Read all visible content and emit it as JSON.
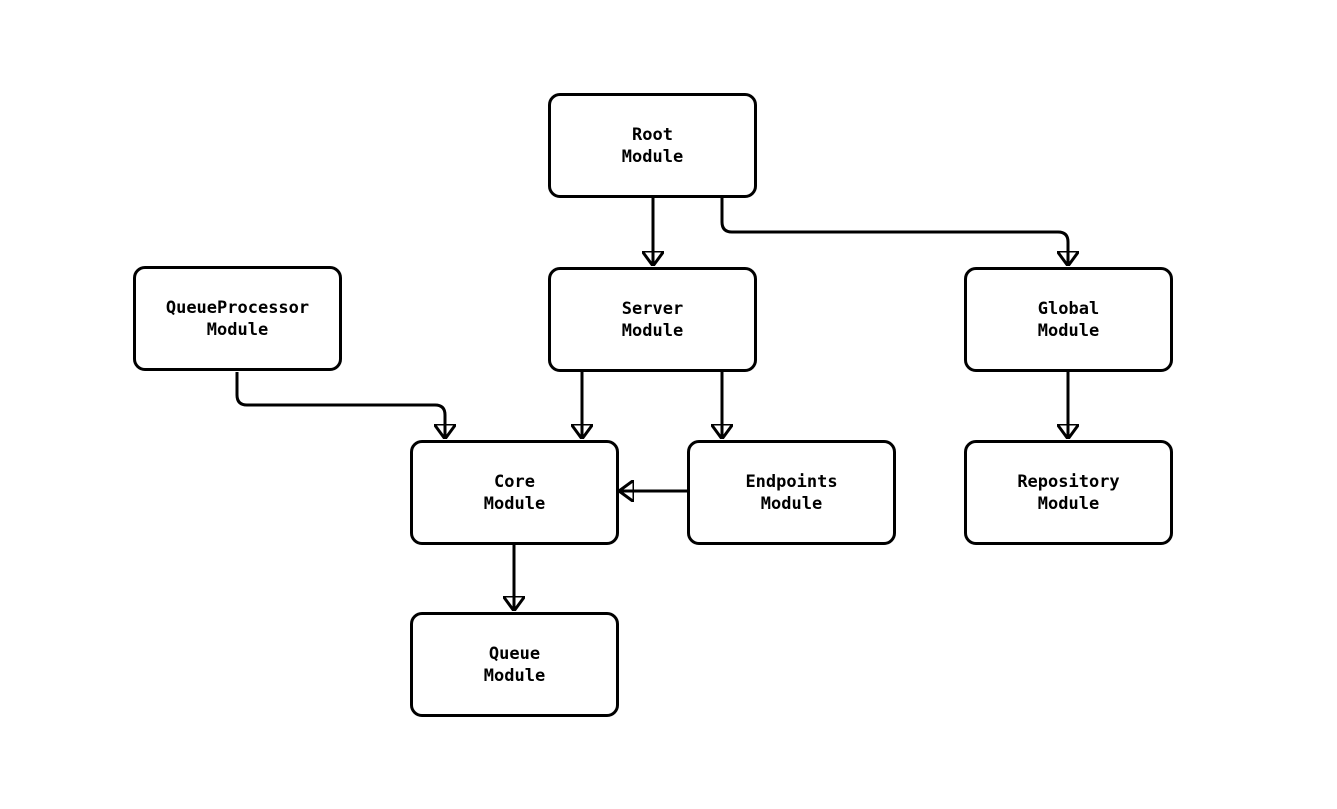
{
  "diagram": {
    "type": "module-dependency-flowchart",
    "background_color": "#ffffff",
    "node_fill_color": "#ffffff",
    "node_border_color": "#000000",
    "text_color": "#000000",
    "arrow_color": "#000000",
    "nodes": [
      {
        "id": "root",
        "line1": "Root",
        "line2": "Module"
      },
      {
        "id": "server",
        "line1": "Server",
        "line2": "Module"
      },
      {
        "id": "queueprocessor",
        "line1": "QueueProcessor",
        "line2": "Module"
      },
      {
        "id": "global",
        "line1": "Global",
        "line2": "Module"
      },
      {
        "id": "core",
        "line1": "Core",
        "line2": "Module"
      },
      {
        "id": "endpoints",
        "line1": "Endpoints",
        "line2": "Module"
      },
      {
        "id": "repository",
        "line1": "Repository",
        "line2": "Module"
      },
      {
        "id": "queue",
        "line1": "Queue",
        "line2": "Module"
      }
    ],
    "edges": [
      {
        "from": "root",
        "to": "server"
      },
      {
        "from": "root",
        "to": "global"
      },
      {
        "from": "queueprocessor",
        "to": "core"
      },
      {
        "from": "server",
        "to": "core"
      },
      {
        "from": "server",
        "to": "endpoints"
      },
      {
        "from": "endpoints",
        "to": "core"
      },
      {
        "from": "global",
        "to": "repository"
      },
      {
        "from": "core",
        "to": "queue"
      }
    ]
  }
}
